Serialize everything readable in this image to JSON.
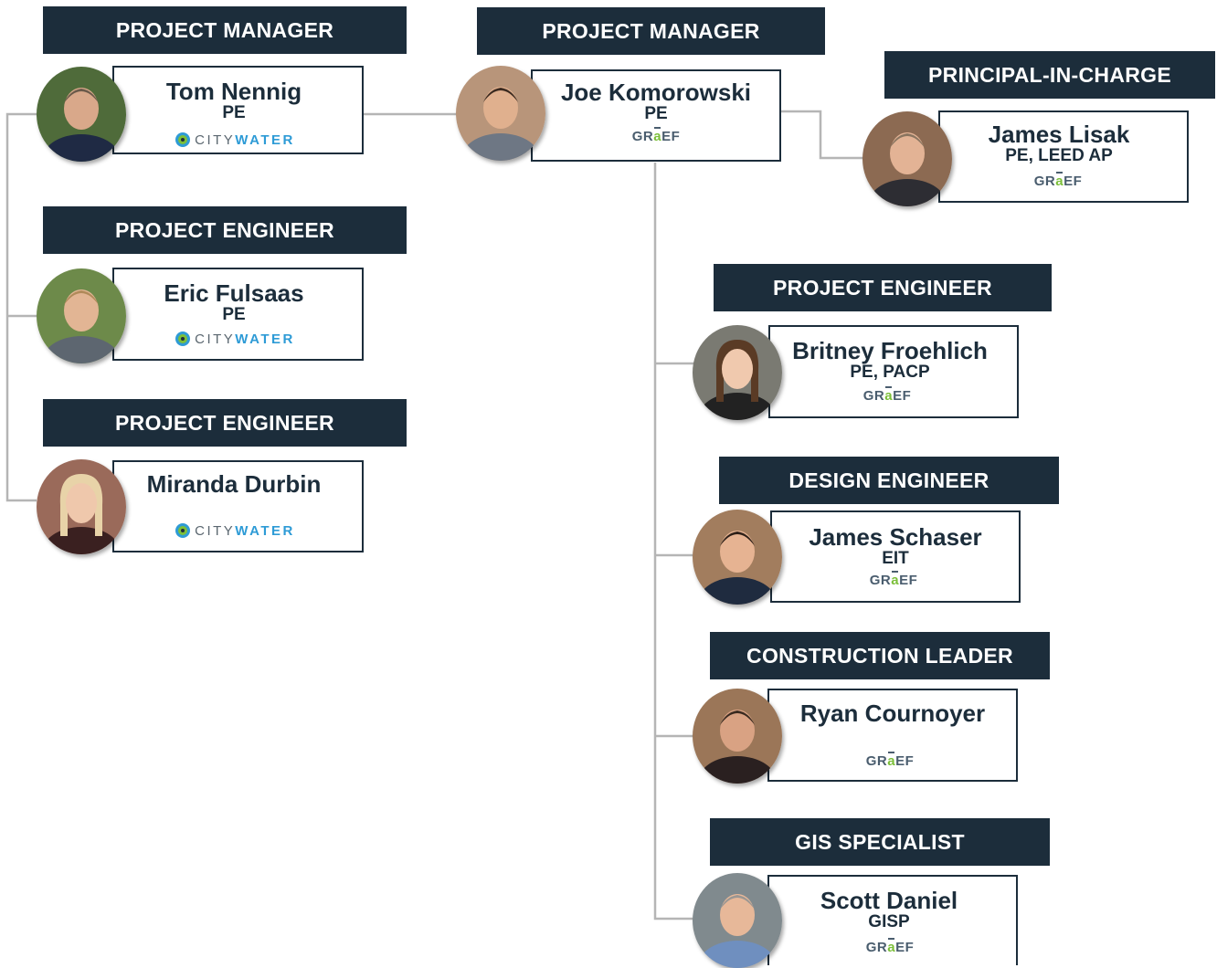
{
  "people": [
    {
      "role": "PROJECT MANAGER",
      "name": "Tom Nennig",
      "credentials": "PE",
      "company": "citywater",
      "skin": "#d9a88a",
      "hair": "#6b5a4a",
      "shirt": "#1f2a44",
      "bg": "#4f6b3a"
    },
    {
      "role": "PROJECT ENGINEER",
      "name": "Eric Fulsaas",
      "credentials": "PE",
      "company": "citywater",
      "skin": "#e2b594",
      "hair": "#b08a5a",
      "shirt": "#5d6670",
      "bg": "#6d8a4a"
    },
    {
      "role": "PROJECT ENGINEER",
      "name": "Miranda Durbin",
      "credentials": "",
      "company": "citywater",
      "skin": "#efc8ac",
      "hair": "#e8d3a8",
      "shirt": "#3a2020",
      "bg": "#9a6a5a"
    },
    {
      "role": "PROJECT MANAGER",
      "name": "Joe Komorowski",
      "credentials": "PE",
      "company": "graef",
      "skin": "#e0b08e",
      "hair": "#3b2a20",
      "shirt": "#6e7784",
      "bg": "#b8957a"
    },
    {
      "role": "PRINCIPAL-IN-CHARGE",
      "name": "James Lisak",
      "credentials": "PE, LEED AP",
      "company": "graef",
      "skin": "#e3b395",
      "hair": "#8a7560",
      "shirt": "#2d2d33",
      "bg": "#8c6a52"
    },
    {
      "role": "PROJECT ENGINEER",
      "name": "Britney Froehlich",
      "credentials": "PE, PACP",
      "company": "graef",
      "skin": "#f0c9ae",
      "hair": "#5a3b25",
      "shirt": "#222222",
      "bg": "#7a7a72"
    },
    {
      "role": "DESIGN ENGINEER",
      "name": "James Schaser",
      "credentials": "EIT",
      "company": "graef",
      "skin": "#e6b392",
      "hair": "#2e2018",
      "shirt": "#1f2b3f",
      "bg": "#a27d5e"
    },
    {
      "role": "CONSTRUCTION LEADER",
      "name": "Ryan Cournoyer",
      "credentials": "",
      "company": "graef",
      "skin": "#d9a283",
      "hair": "#3a2a20",
      "shirt": "#2a2020",
      "bg": "#9b7658"
    },
    {
      "role": "GIS SPECIALIST",
      "name": "Scott Daniel",
      "credentials": "GISP",
      "company": "graef",
      "skin": "#e7b899",
      "hair": "#9a9692",
      "shirt": "#6f8fbf",
      "bg": "#808a8e"
    }
  ],
  "logos": {
    "citywater": {
      "city": "CITY",
      "water": "WATER"
    },
    "graef": {
      "pre": "GR",
      "accent": "a",
      "post": "EF"
    }
  }
}
